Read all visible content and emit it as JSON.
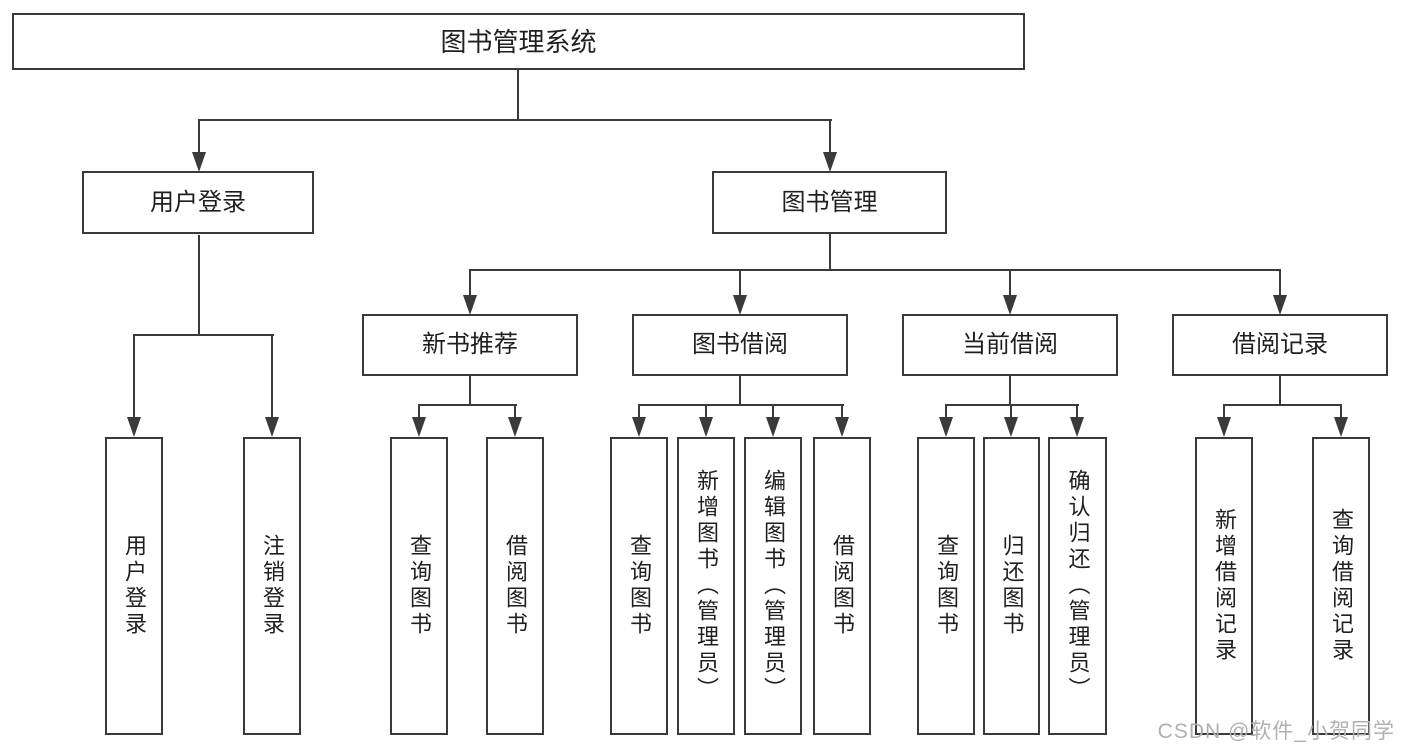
{
  "diagram_title": "图书管理系统",
  "watermark": "CSDN @软件_小贺同学",
  "colors": {
    "line": "#3a3a3a",
    "box_border": "#3a3a3a",
    "text": "#1f1f1f",
    "watermark": "#b0b0b0",
    "background": "#ffffff"
  },
  "tree": {
    "label": "图书管理系统",
    "children": [
      {
        "label": "用户登录",
        "children": [
          {
            "label": "用户登录"
          },
          {
            "label": "注销登录"
          }
        ]
      },
      {
        "label": "图书管理",
        "children": [
          {
            "label": "新书推荐",
            "children": [
              {
                "label": "查询图书"
              },
              {
                "label": "借阅图书"
              }
            ]
          },
          {
            "label": "图书借阅",
            "children": [
              {
                "label": "查询图书"
              },
              {
                "label": "新增图书（管理员）"
              },
              {
                "label": "编辑图书（管理员）"
              },
              {
                "label": "借阅图书"
              }
            ]
          },
          {
            "label": "当前借阅",
            "children": [
              {
                "label": "查询图书"
              },
              {
                "label": "归还图书"
              },
              {
                "label": "确认归还（管理员）"
              }
            ]
          },
          {
            "label": "借阅记录",
            "children": [
              {
                "label": "新增借阅记录"
              },
              {
                "label": "查询借阅记录"
              }
            ]
          }
        ]
      }
    ]
  }
}
